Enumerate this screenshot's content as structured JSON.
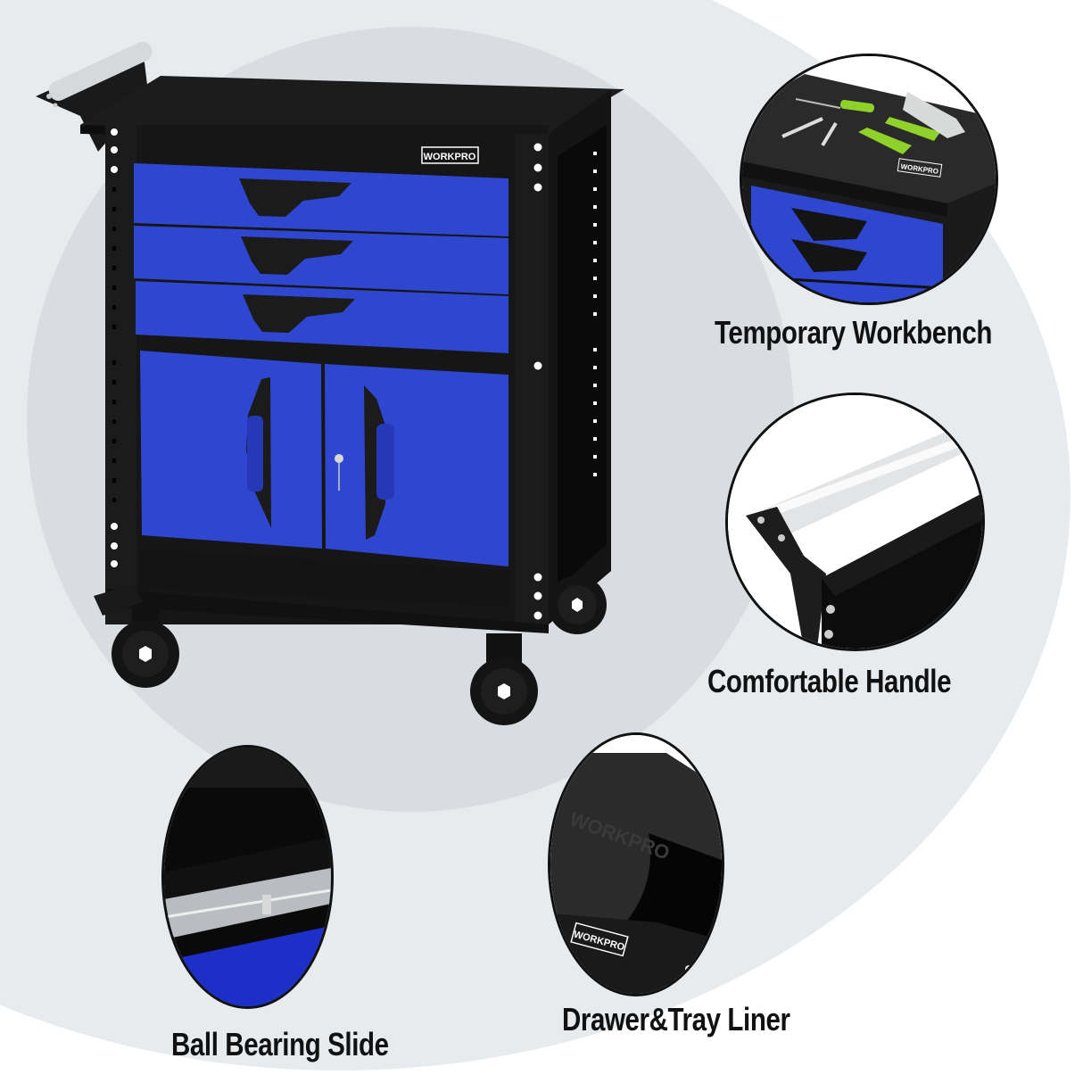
{
  "product": {
    "brand": "WORKPRO",
    "type": "Rolling tool cart with 3 drawers and lockable 2-door cabinet",
    "colors": {
      "body": "#111111",
      "drawer_blue": "#2f47d0",
      "handle_silver": "#d0d3d6",
      "accent_green": "#8fd12b"
    }
  },
  "background": {
    "base": "#ffffff",
    "outer_circle": "#e8ebee",
    "inner_circle": "#d9dde1"
  },
  "features": [
    {
      "id": "temporary-workbench",
      "caption": "Temporary Workbench"
    },
    {
      "id": "comfortable-handle",
      "caption": "Comfortable Handle"
    },
    {
      "id": "ball-bearing-slide",
      "caption": "Ball Bearing Slide"
    },
    {
      "id": "drawer-tray-liner",
      "caption": "Drawer&Tray Liner"
    }
  ],
  "labels": {
    "brand_plate": "WORKPRO",
    "liner_embossed": "WORKPRO"
  }
}
